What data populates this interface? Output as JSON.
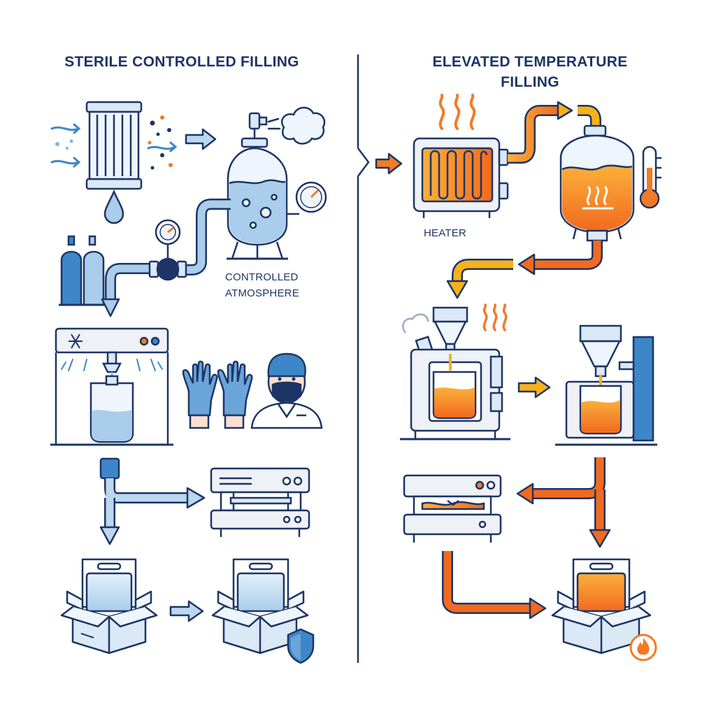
{
  "left_panel": {
    "title": "STERILE CONTROLLED FILLING",
    "label_atmosphere_line1": "CONTROLLED",
    "label_atmosphere_line2": "ATMOSPHERE"
  },
  "right_panel": {
    "title_line1": "ELEVATED TEMPERATURE",
    "title_line2": "FILLING",
    "label_heater": "HEATER"
  },
  "colors": {
    "navy": "#1d3566",
    "blue_light": "#dbe9f6",
    "blue_mid": "#a9cdea",
    "blue_arrow": "#bcd8f0",
    "orange": "#f47a25",
    "orange_dark": "#e8531e",
    "yellow": "#f7b21a",
    "gray_light": "#eef1f6"
  },
  "icons": [
    "air-filter-icon",
    "pressure-tank-icon",
    "gas-cylinders-icon",
    "valve-icon",
    "clean-room-filling-machine-icon",
    "gloves-icon",
    "operator-mask-icon",
    "sealing-press-icon",
    "packaged-pouch-box-icon",
    "shield-icon",
    "heater-icon",
    "hot-tank-icon",
    "thermometer-icon",
    "steam-icon",
    "hot-filling-machine-icon",
    "flame-icon"
  ]
}
